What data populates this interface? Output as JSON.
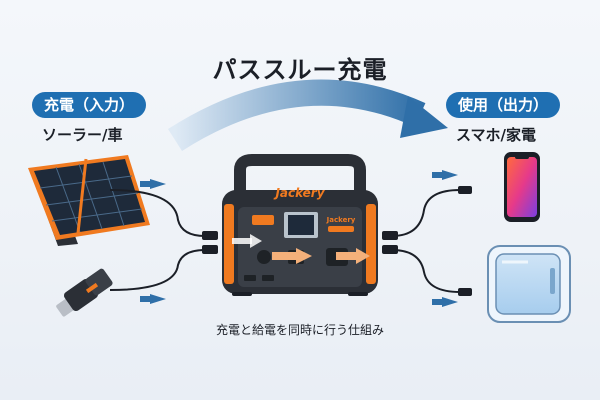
{
  "title": "パススルー充電",
  "input": {
    "label": "充電（入力）",
    "sources": "ソーラー/車"
  },
  "output": {
    "label": "使用（出力）",
    "devices": "スマホ/家電"
  },
  "brand": "Jackery",
  "caption": "充電と給電を同時に行う仕組み",
  "colors": {
    "accent": "#1f6fb2",
    "orange": "#f07a20",
    "dark": "#2b2f36",
    "arrow": "#2f6fa8"
  },
  "icons": [
    "solar-panel-icon",
    "car-charger-icon",
    "power-station-icon",
    "smartphone-icon",
    "mini-fridge-icon"
  ]
}
